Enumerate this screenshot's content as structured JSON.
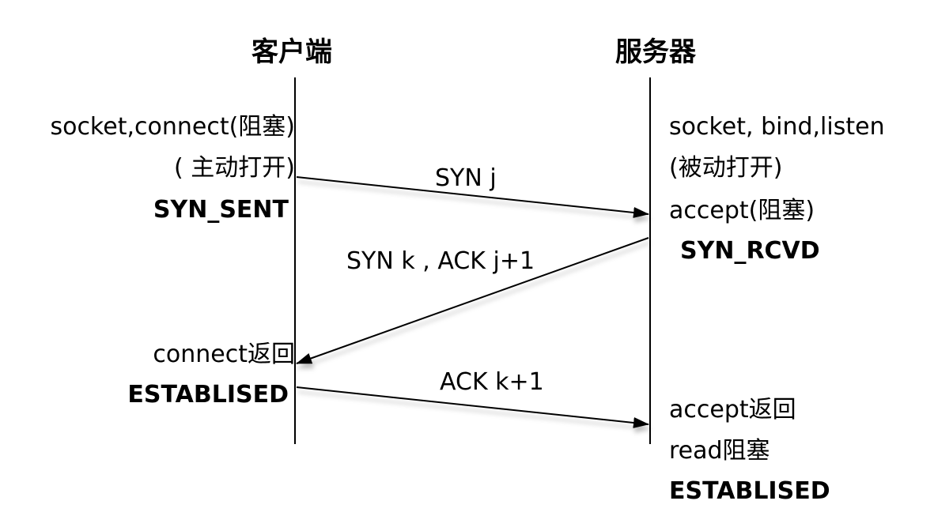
{
  "headers": {
    "client": "客户端",
    "server": "服务器"
  },
  "client_labels": {
    "line1": "socket,connect(阻塞)",
    "line2": "( 主动打开)",
    "state1": "SYN_SENT",
    "line3": "connect返回",
    "state2": "ESTABLISED"
  },
  "server_labels": {
    "line1": "socket, bind,listen",
    "line2": "(被动打开)",
    "line3": "accept(阻塞)",
    "state1": "SYN_RCVD",
    "line4": "accept返回",
    "line5": "read阻塞",
    "state2": "ESTABLISED"
  },
  "messages": [
    {
      "label": "SYN j",
      "direction": "client-to-server"
    },
    {
      "label": "SYN k , ACK j+1",
      "direction": "server-to-client"
    },
    {
      "label": "ACK k+1",
      "direction": "client-to-server"
    }
  ]
}
